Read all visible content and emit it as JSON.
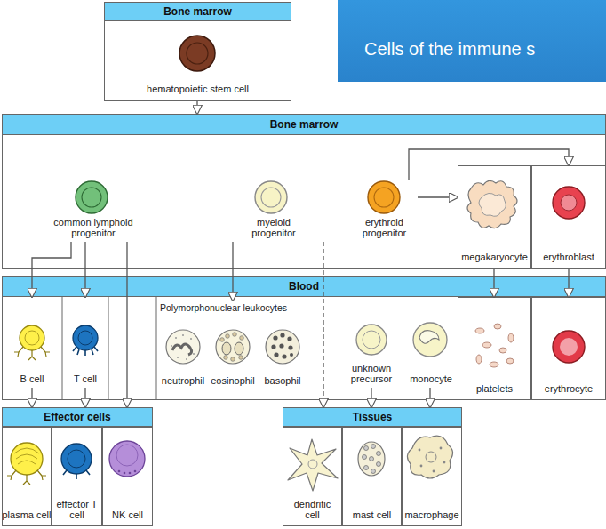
{
  "diagram": {
    "title": "Cells of the immune s",
    "nodes": [
      {
        "text": [
          "Bone marrow"
        ]
      },
      {
        "text": [
          "hematopoietic stem cell"
        ],
        "in": 0
      },
      {
        "text": [
          "Bone marrow"
        ]
      },
      {
        "text": [
          "common lymphoid progenitor"
        ],
        "in": 2
      },
      {
        "text": [
          "myeloid progenitor"
        ],
        "in": 2
      },
      {
        "text": [
          "erythroid progenitor"
        ],
        "in": 2
      },
      {
        "text": [
          "megakaryocyte"
        ],
        "in": 2
      },
      {
        "text": [
          "erythroblast"
        ],
        "in": 2
      },
      {
        "text": [
          "Blood"
        ]
      },
      {
        "text": [
          "B cell"
        ],
        "in": 8
      },
      {
        "text": [
          "T cell"
        ],
        "in": 8
      },
      {
        "text": [
          "Polymorphonuclear leukocytes"
        ],
        "in": 8
      },
      {
        "text": [
          "neutrophil"
        ],
        "in": 11
      },
      {
        "text": [
          "eosinophil"
        ],
        "in": 11
      },
      {
        "text": [
          "basophil"
        ],
        "in": 11
      },
      {
        "text": [
          "unknown precursor"
        ],
        "in": 8
      },
      {
        "text": [
          "monocyte"
        ],
        "in": 8
      },
      {
        "text": [
          "platelets"
        ],
        "in": 8
      },
      {
        "text": [
          "erythrocyte"
        ],
        "in": 8
      },
      {
        "text": [
          "Effector cells"
        ]
      },
      {
        "text": [
          "plasma cell"
        ],
        "in": 19
      },
      {
        "text": [
          "effector T cell"
        ],
        "in": 19
      },
      {
        "text": [
          "NK cell"
        ],
        "in": 19
      },
      {
        "text": [
          "Tissues"
        ]
      },
      {
        "text": [
          "dendritic cell"
        ],
        "in": 23
      },
      {
        "text": [
          "mast cell"
        ],
        "in": 23
      },
      {
        "text": [
          "macrophage"
        ],
        "in": 23
      }
    ],
    "edges": [
      {
        "from": 0,
        "to": 2,
        "arrow": "to"
      },
      {
        "from": 3,
        "to": 9,
        "arrow": "to"
      },
      {
        "from": 3,
        "to": 10,
        "arrow": "to"
      },
      {
        "from": 3,
        "to": 19,
        "arrow": "to"
      },
      {
        "from": 4,
        "to": 11,
        "arrow": "to"
      },
      {
        "from": 4,
        "to": 23,
        "arrow": "to"
      },
      {
        "from": 5,
        "to": 6,
        "arrow": "to"
      },
      {
        "from": 5,
        "to": 7,
        "arrow": "to"
      },
      {
        "from": 6,
        "to": 17,
        "arrow": "to"
      },
      {
        "from": 7,
        "to": 18,
        "arrow": "to"
      },
      {
        "from": 9,
        "to": 19,
        "arrow": "to"
      },
      {
        "from": 10,
        "to": 19,
        "arrow": "to"
      },
      {
        "from": 15,
        "to": 23,
        "arrow": "to"
      },
      {
        "from": 16,
        "to": 23,
        "arrow": "to"
      }
    ]
  }
}
